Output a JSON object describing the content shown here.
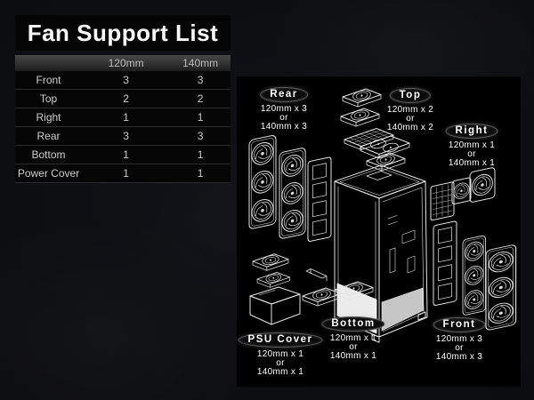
{
  "table": {
    "title": "Fan Support List",
    "columns": [
      "",
      "120mm",
      "140mm"
    ],
    "rows": [
      {
        "label": "Front",
        "v120": "3",
        "v140": "3"
      },
      {
        "label": "Top",
        "v120": "2",
        "v140": "2"
      },
      {
        "label": "Right",
        "v120": "1",
        "v140": "1"
      },
      {
        "label": "Rear",
        "v120": "3",
        "v140": "3"
      },
      {
        "label": "Bottom",
        "v120": "1",
        "v140": "1"
      },
      {
        "label": "Power Cover",
        "v120": "1",
        "v140": "1"
      }
    ]
  },
  "diagram": {
    "labels": [
      {
        "id": "rear",
        "name": "Rear",
        "spec_120": "120mm x 3",
        "or_text": "or",
        "spec_140": "140mm x 3"
      },
      {
        "id": "top",
        "name": "Top",
        "spec_120": "120mm x 2",
        "or_text": "or",
        "spec_140": "140mm x 2"
      },
      {
        "id": "right",
        "name": "Right",
        "spec_120": "120mm x 1",
        "or_text": "or",
        "spec_140": "140mm x 1"
      },
      {
        "id": "bottom",
        "name": "Bottom",
        "spec_120": "120mm x 1",
        "or_text": "or",
        "spec_140": "140mm x 1"
      },
      {
        "id": "psu_cover",
        "name": "PSU Cover",
        "spec_120": "120mm x 1",
        "or_text": "or",
        "spec_140": "140mm x 1"
      },
      {
        "id": "front",
        "name": "Front",
        "spec_120": "120mm x 3",
        "or_text": "or",
        "spec_140": "140mm x 3"
      }
    ]
  },
  "colors": {
    "background": "#0c0d10",
    "panel_bg": "#000000",
    "table_bg": "#060606",
    "header_gradient_top": "#484848",
    "header_gradient_bottom": "#1d1d1d",
    "text_primary": "#ffffff",
    "text_table": "#cdcdcd",
    "line_art": "#e4e4e4"
  }
}
